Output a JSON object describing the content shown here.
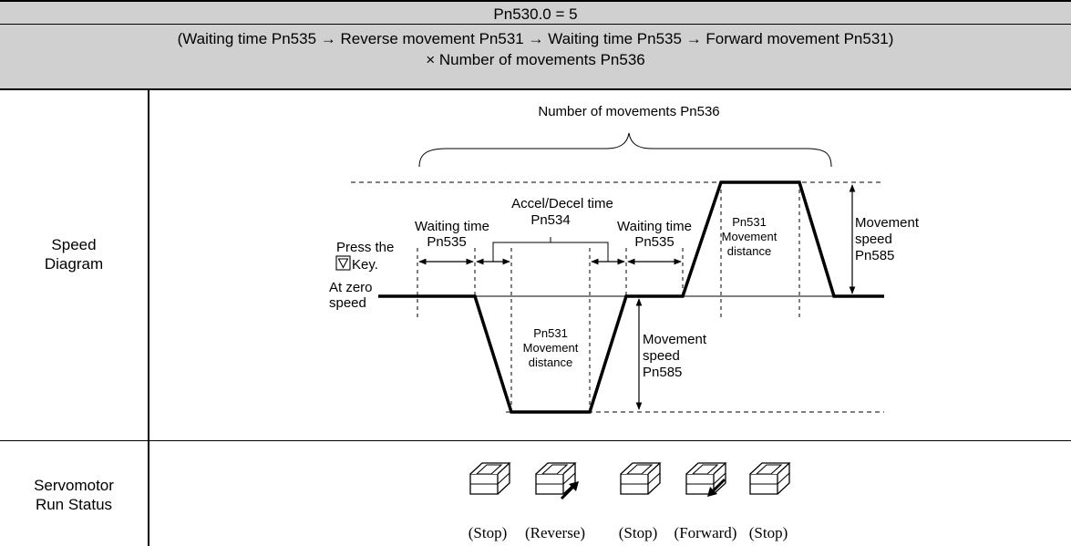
{
  "header": {
    "title": "Pn530.0 = 5",
    "sequence_line1": "(Waiting time Pn535 → Reverse movement Pn531 → Waiting time Pn535 → Forward movement Pn531)",
    "sequence_line2": "× Number of movements Pn536"
  },
  "rows": {
    "speed_label_1": "Speed",
    "speed_label_2": "Diagram",
    "run_label_1": "Servomotor",
    "run_label_2": "Run Status"
  },
  "diagram": {
    "number_of_movements": "Number of movements Pn536",
    "accel_1": "Accel/Decel time",
    "accel_2": "Pn534",
    "wait_left_1": "Waiting time",
    "wait_left_2": "Pn535",
    "wait_right_1": "Waiting time",
    "wait_right_2": "Pn535",
    "press_1": "Press the",
    "press_2": "Key.",
    "zero_1": "At zero",
    "zero_2": "speed",
    "move_rev_1": "Pn531",
    "move_rev_2": "Movement",
    "move_rev_3": "distance",
    "move_fwd_1": "Pn531",
    "move_fwd_2": "Movement",
    "move_fwd_3": "distance",
    "speed_right_1": "Movement",
    "speed_right_2": "speed",
    "speed_right_3": "Pn585",
    "speed_mid_1": "Movement",
    "speed_mid_2": "speed",
    "speed_mid_3": "Pn585"
  },
  "run_status": [
    "(Stop)",
    "(Reverse)",
    "(Stop)",
    "(Forward)",
    "(Stop)"
  ],
  "icons": [
    "down-triangle-key-icon",
    "motor-icon",
    "reverse-arrow-icon",
    "forward-arrow-icon"
  ]
}
